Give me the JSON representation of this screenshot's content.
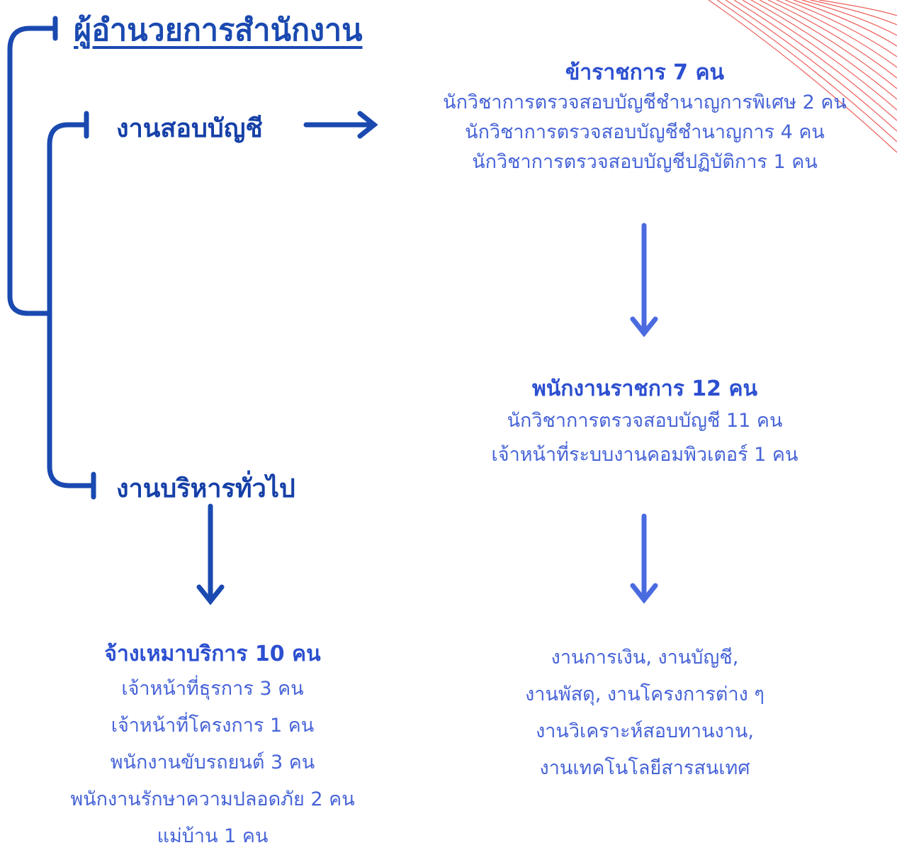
{
  "title": "ผู้อำนวยการสำนักงาน",
  "sections": {
    "audit": "งานสอบบัญชี",
    "general": "งานบริหารทั่วไป"
  },
  "civil_servants": {
    "heading": "ข้าราชการ 7 คน",
    "lines": [
      "นักวิชาการตรวจสอบบัญชีชำนาญการพิเศษ 2 คน",
      "นักวิชาการตรวจสอบบัญชีชำนาญการ  4 คน",
      "นักวิชาการตรวจสอบบัญชีปฏิบัติการ 1 คน"
    ]
  },
  "government_employees": {
    "heading": "พนักงานราชการ 12 คน",
    "lines": [
      "นักวิชาการตรวจสอบบัญชี 11 คน",
      "เจ้าหน้าที่ระบบงานคอมพิวเตอร์ 1 คน"
    ]
  },
  "general_tasks": {
    "lines": [
      "งานการเงิน, งานบัญชี,",
      "งานพัสดุ, งานโครงการต่าง ๆ",
      "งานวิเคราะห์สอบทานงาน,",
      "งานเทคโนโลยีสารสนเทศ"
    ]
  },
  "contract_staff": {
    "heading": "จ้างเหมาบริการ 10 คน",
    "lines": [
      "เจ้าหน้าที่ธุรการ 3 คน",
      "เจ้าหน้าที่โครงการ 1 คน",
      "พนักงานขับรถยนต์ 3 คน",
      "พนักงานรักษาความปลอดภัย 2 คน",
      "แม่บ้าน 1 คน"
    ]
  },
  "colors": {
    "dark_blue": "#1a49b0",
    "light_blue": "#4a6be0",
    "accent_red": "#e8413c"
  }
}
